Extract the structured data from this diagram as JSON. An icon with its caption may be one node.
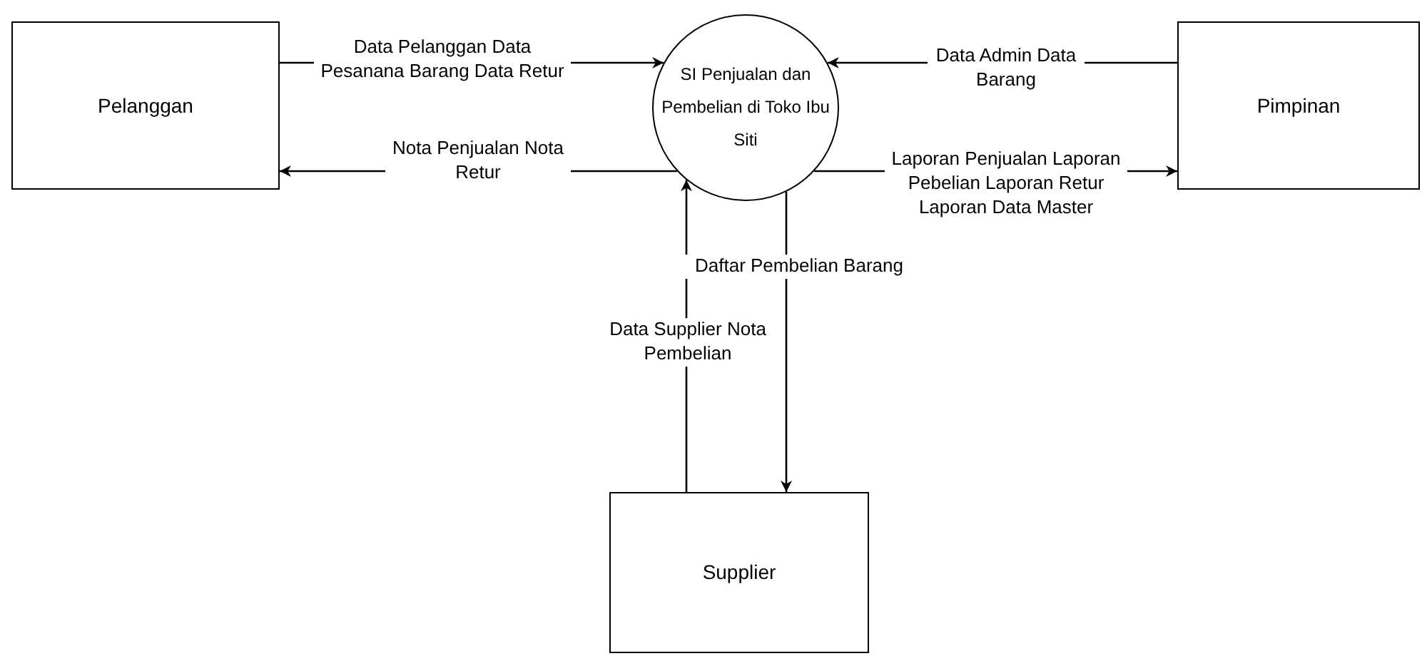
{
  "diagram": {
    "nodes": [
      {
        "text": [
          "Pelanggan"
        ]
      },
      {
        "text": [
          "SI Penjualan dan Pembelian di Toko Ibu Siti"
        ]
      },
      {
        "text": [
          "Pimpinan"
        ]
      },
      {
        "text": [
          "Supplier"
        ]
      }
    ],
    "edges": [
      {
        "from": 0,
        "to": 1,
        "arrow": "to",
        "label": "Data Pelanggan Data Pesanana Barang Data Retur"
      },
      {
        "from": 1,
        "to": 0,
        "arrow": "to",
        "label": "Nota Penjualan Nota Retur"
      },
      {
        "from": 2,
        "to": 1,
        "arrow": "to",
        "label": "Data Admin Data Barang"
      },
      {
        "from": 1,
        "to": 2,
        "arrow": "to",
        "label": "Laporan Penjualan Laporan Pebelian Laporan Retur Laporan Data Master"
      },
      {
        "from": 3,
        "to": 1,
        "arrow": "to",
        "label": "Data Supplier Nota Pembelian"
      },
      {
        "from": 1,
        "to": 3,
        "arrow": "to",
        "label": "Daftar Pembelian Barang"
      }
    ]
  }
}
